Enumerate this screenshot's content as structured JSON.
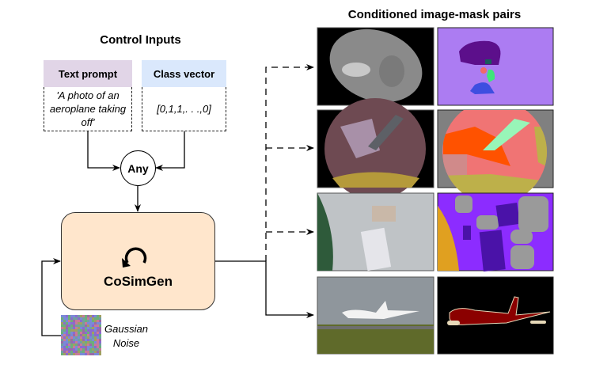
{
  "control_inputs": {
    "title": "Control Inputs",
    "text_prompt": {
      "header": "Text prompt",
      "value": "'A photo of an aeroplane taking off'",
      "header_color": "#e1d5e7"
    },
    "class_vector": {
      "header": "Class vector",
      "value": "[0,1,1,. . .,0]",
      "header_color": "#dae8fc"
    },
    "combiner": "Any"
  },
  "generator": {
    "label": "CoSimGen",
    "icon": "loop-arrow-icon",
    "fill_color": "#ffe6cc"
  },
  "noise": {
    "label": "Gaussian Noise"
  },
  "outputs": {
    "title": "Conditioned image-mask pairs",
    "pairs": [
      {
        "image": "ct-scan-image",
        "mask": "ct-organ-mask"
      },
      {
        "image": "laparoscopic-surgery-image",
        "mask": "surgery-segmentation-mask"
      },
      {
        "image": "satellite-aerial-image",
        "mask": "aerial-segmentation-mask"
      },
      {
        "image": "aeroplane-photo",
        "mask": "aeroplane-mask"
      }
    ]
  }
}
